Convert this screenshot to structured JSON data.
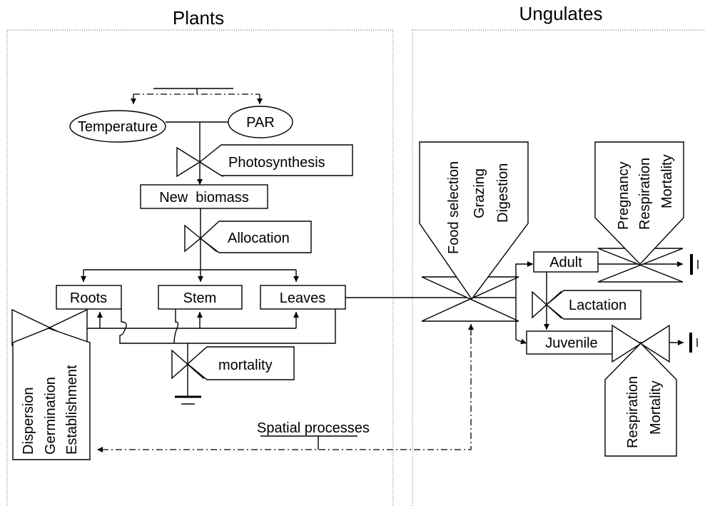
{
  "sections": {
    "plants": "Plants",
    "ungulates": "Ungulates"
  },
  "plants": {
    "temperature": "Temperature",
    "par": "PAR",
    "photosynthesis": "Photosynthesis",
    "new_biomass": "New  biomass",
    "allocation": "Allocation",
    "roots": "Roots",
    "stem": "Stem",
    "leaves": "Leaves",
    "mortality": "mortality",
    "dispersion_lines": [
      "Dispersion",
      "Germination",
      "Establishment"
    ]
  },
  "ungulates": {
    "food_lines": [
      "Food selection",
      "Grazing",
      "Digestion"
    ],
    "adult_lines": [
      "Pregnancy",
      "Respiration",
      "Mortality"
    ],
    "adult": "Adult",
    "lactation": "Lactation",
    "juvenile": "Juvenile",
    "juvenile_lines": [
      "Respiration",
      "Mortality"
    ]
  },
  "spatial_processes": "Spatial processes"
}
